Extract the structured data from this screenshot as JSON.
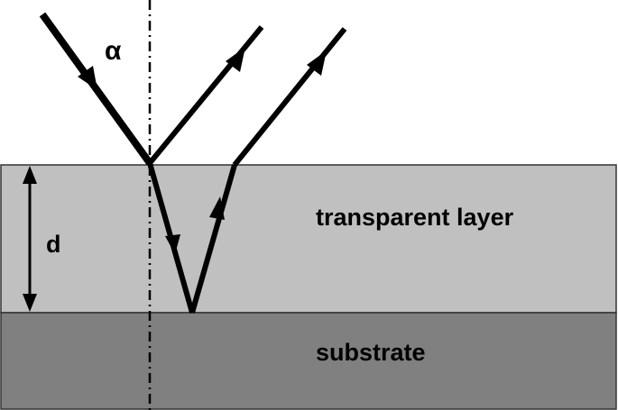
{
  "labels": {
    "angle": "α",
    "thickness": "d",
    "layer": "transparent layer",
    "substrate": "substrate"
  },
  "colors": {
    "background": "#ffffff",
    "layer_fill": "#c0c0c0",
    "substrate_fill": "#808080",
    "border": "#333333",
    "ray": "#000000",
    "normal_line": "#000000"
  }
}
